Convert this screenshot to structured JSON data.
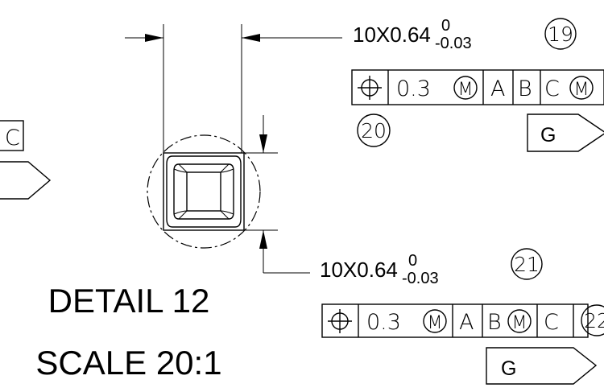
{
  "dimensions": {
    "top": {
      "main": "10X0.64",
      "upper": "0",
      "lower": "-0.03"
    },
    "bottom": {
      "main": "10X0.64",
      "upper": "0",
      "lower": "-0.03"
    }
  },
  "balloons": [
    "19",
    "20",
    "21",
    "22"
  ],
  "fcf_top": {
    "cells": [
      "0.3",
      "M",
      "A",
      "B",
      "C",
      "M"
    ]
  },
  "fcf_bottom": {
    "cells": [
      "0.3",
      "M",
      "A",
      "B",
      "M",
      "C"
    ]
  },
  "fcf_left_partial": {
    "cells": [
      "C"
    ]
  },
  "datums": {
    "top": "G",
    "bottom": "G"
  },
  "detail": {
    "title": "DETAIL 12",
    "scale": "SCALE 20:1"
  }
}
